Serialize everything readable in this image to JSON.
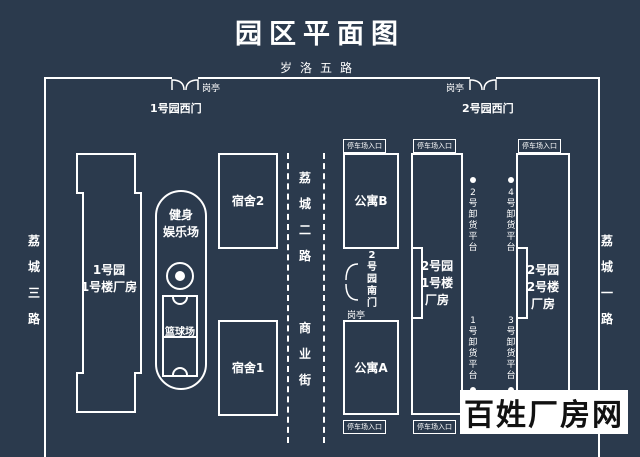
{
  "title": "园区平面图",
  "roads": {
    "top": "岁洛五路",
    "left": [
      "荔",
      "城",
      "三",
      "路"
    ],
    "right": [
      "荔",
      "城",
      "一",
      "路"
    ],
    "middle": [
      "荔",
      "城",
      "二",
      "路"
    ],
    "street": [
      "商",
      "业",
      "街"
    ]
  },
  "gates": {
    "west1": "1号园西门",
    "west2": "2号园西门",
    "south": [
      "2",
      "号",
      "园",
      "南",
      "门"
    ],
    "post": "岗亭"
  },
  "buildings": {
    "factory1": [
      "1号园",
      "1号楼厂房"
    ],
    "leisure": [
      "健身",
      "娱乐场"
    ],
    "court": "篮球场",
    "dorm2": "宿舍2",
    "dorm1": "宿舍1",
    "aptB": "公寓B",
    "aptA": "公寓A",
    "factory21": [
      "2号园",
      "1号楼",
      "厂房"
    ],
    "factory22": [
      "2号园",
      "2号楼",
      "厂房"
    ]
  },
  "parking_label": "停车场入口",
  "docks": {
    "d2": [
      "2",
      "号",
      "卸",
      "货",
      "平",
      "台"
    ],
    "d4": [
      "4",
      "号",
      "卸",
      "货",
      "平",
      "台"
    ],
    "d1": [
      "1",
      "号",
      "卸",
      "货",
      "平",
      "台"
    ],
    "d3": [
      "3",
      "号",
      "卸",
      "货",
      "平",
      "台"
    ]
  },
  "watermark": "百姓厂房网"
}
